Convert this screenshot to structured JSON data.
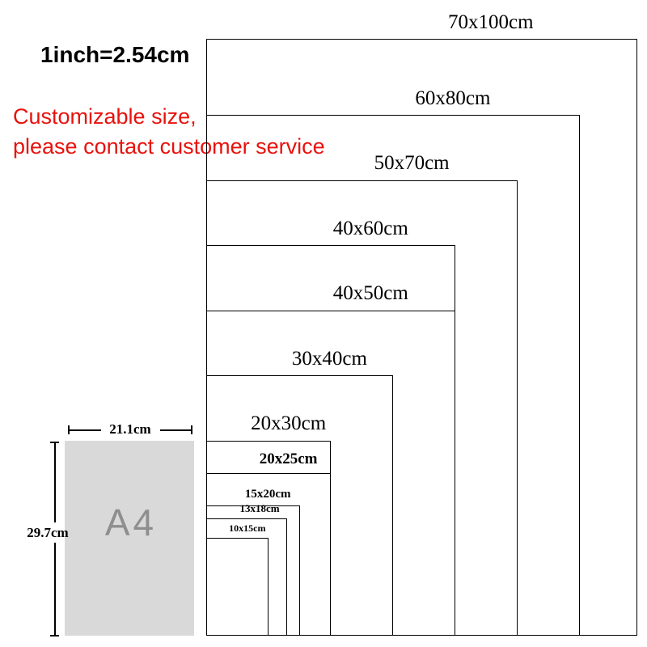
{
  "notes": {
    "conversion": "1inch=2.54cm",
    "custom_line1": "Customizable size,",
    "custom_line2": "please contact customer service",
    "custom_color": "#e8120d"
  },
  "a4": {
    "label": "A4",
    "width_label": "21.1cm",
    "height_label": "29.7cm",
    "fill": "#d9d9d9",
    "label_color": "#8e8e8e"
  },
  "sizes": [
    {
      "label": "70x100cm",
      "width_cm": 70,
      "height_cm": 100
    },
    {
      "label": "60x80cm",
      "width_cm": 60,
      "height_cm": 80
    },
    {
      "label": "50x70cm",
      "width_cm": 50,
      "height_cm": 70
    },
    {
      "label": "40x60cm",
      "width_cm": 40,
      "height_cm": 60
    },
    {
      "label": "40x50cm",
      "width_cm": 40,
      "height_cm": 50
    },
    {
      "label": "30x40cm",
      "width_cm": 30,
      "height_cm": 40
    },
    {
      "label": "20x30cm",
      "width_cm": 20,
      "height_cm": 30
    },
    {
      "label": "20x25cm",
      "width_cm": 20,
      "height_cm": 25
    },
    {
      "label": "15x20cm",
      "width_cm": 15,
      "height_cm": 20
    },
    {
      "label": "13x18cm",
      "width_cm": 13,
      "height_cm": 18
    },
    {
      "label": "10x15cm",
      "width_cm": 10,
      "height_cm": 15
    }
  ],
  "colors": {
    "background": "#ffffff",
    "line": "#000000",
    "text": "#000000"
  }
}
